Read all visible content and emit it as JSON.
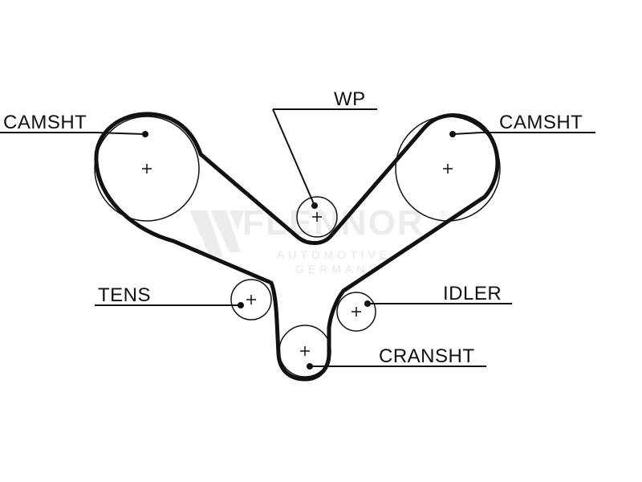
{
  "labels": {
    "camshaft_left": "CAMSHT",
    "water_pump": "WP",
    "camshaft_right": "CAMSHT",
    "tensioner": "TENS",
    "idler": "IDLER",
    "crankshaft": "CRANSHT"
  },
  "watermark": {
    "brand": "FLENNOR",
    "registered": "®",
    "line1": "AUTOMOTIVE",
    "line2": "GERMANY"
  },
  "colors": {
    "line": "#111111",
    "watermark": "#ececec"
  }
}
